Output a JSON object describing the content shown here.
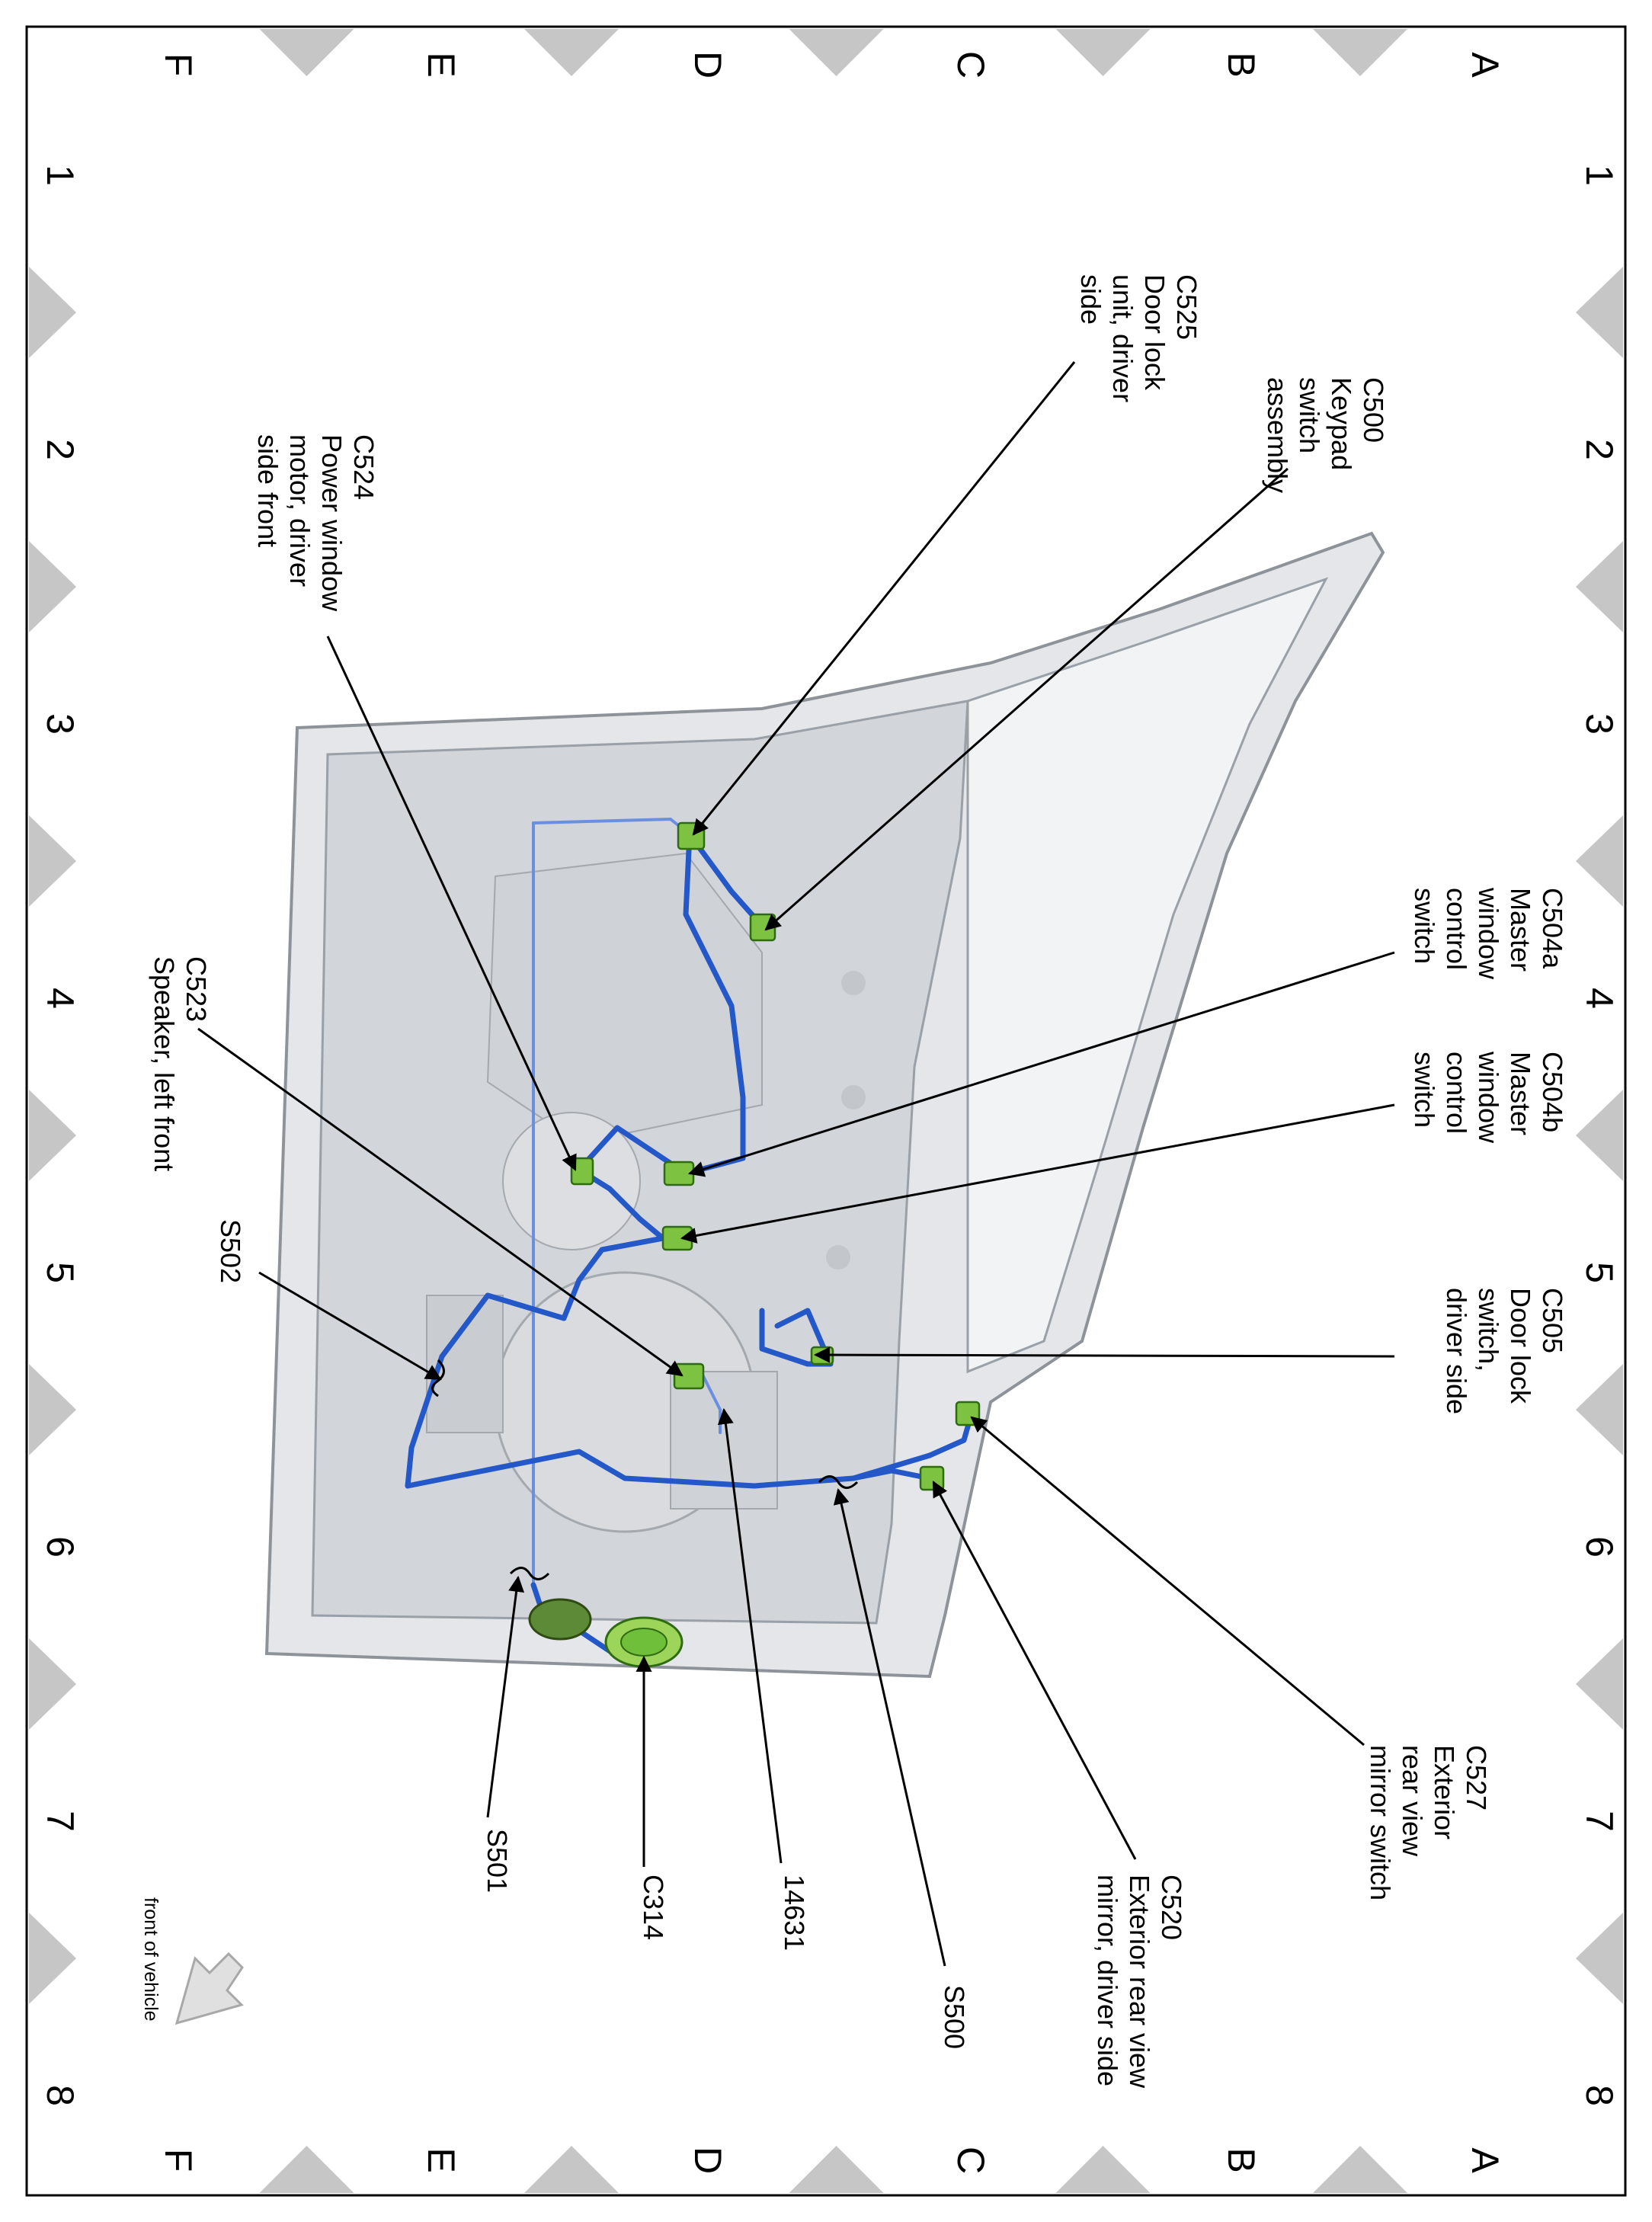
{
  "grid": {
    "columns": [
      "1",
      "2",
      "3",
      "4",
      "5",
      "6",
      "7",
      "8"
    ],
    "rows": [
      "A",
      "B",
      "C",
      "D",
      "E",
      "F"
    ]
  },
  "callouts": {
    "c500": [
      "C500",
      "Keypad",
      "switch",
      "assembly"
    ],
    "c525": [
      "C525",
      "Door lock",
      "unit, driver",
      "side"
    ],
    "c524": [
      "C524",
      "Power window",
      "motor, driver",
      "side front"
    ],
    "c504a": [
      "C504a",
      "Master",
      "window",
      "control",
      "switch"
    ],
    "c504b": [
      "C504b",
      "Master",
      "window",
      "control",
      "switch"
    ],
    "c523": [
      "C523",
      "Speaker, left front"
    ],
    "c505": [
      "C505",
      "Door lock",
      "switch,",
      "driver side"
    ],
    "s502": [
      "S502"
    ],
    "c527": [
      "C527",
      "Exterior",
      "rear view",
      "mirror switch"
    ],
    "c520": [
      "C520",
      "Exterior rear view",
      "mirror, driver side"
    ],
    "s500": [
      "S500"
    ],
    "p14631": [
      "14631"
    ],
    "c314": [
      "C314"
    ],
    "s501": [
      "S501"
    ]
  },
  "orientation": {
    "label": "front of vehicle"
  },
  "colors": {
    "wire": "#2457c8",
    "connector": "#7dc241",
    "panel": "#e3e5e8",
    "marker": "#c6c6c6"
  }
}
